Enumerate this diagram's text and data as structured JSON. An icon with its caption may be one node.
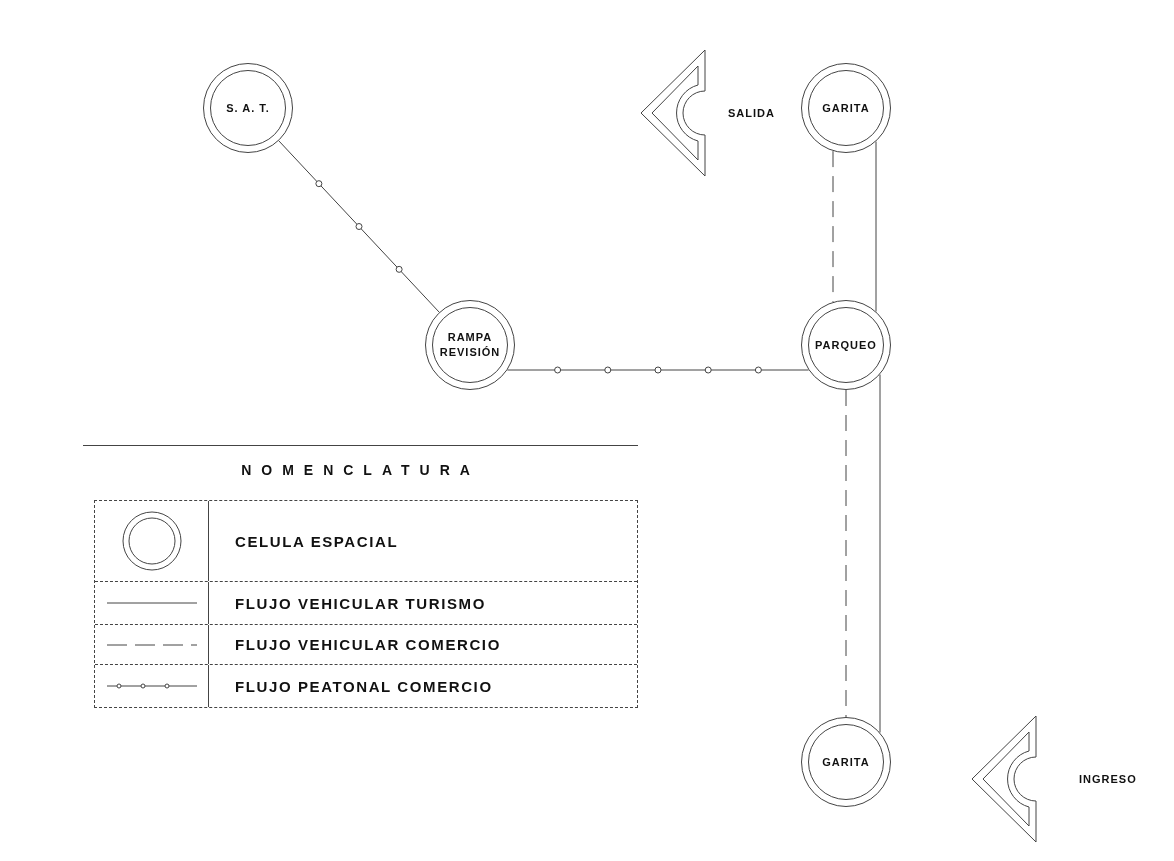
{
  "diagram": {
    "nodes": [
      {
        "text": [
          "S. A. T."
        ]
      },
      {
        "text": [
          "SALIDA"
        ]
      },
      {
        "text": [
          "GARITA"
        ]
      },
      {
        "text": [
          "RAMPA REVISIÓN"
        ]
      },
      {
        "text": [
          "PARQUEO"
        ]
      },
      {
        "text": [
          "GARITA"
        ]
      },
      {
        "text": [
          "INGRESO"
        ]
      }
    ],
    "edges": [
      {
        "from": 0,
        "to": 3,
        "arrow": "none"
      },
      {
        "from": 3,
        "to": 4,
        "arrow": "none"
      },
      {
        "from": 2,
        "to": 4,
        "arrow": "none",
        "style": "dashed"
      },
      {
        "from": 2,
        "to": 4,
        "arrow": "none"
      },
      {
        "from": 4,
        "to": 5,
        "arrow": "none",
        "style": "dashed"
      },
      {
        "from": 4,
        "to": 5,
        "arrow": "none"
      }
    ],
    "labels": [
      "NOMENCLATURA"
    ],
    "legend": [
      {
        "text": "CELULA ESPACIAL"
      },
      {
        "text": "FLUJO VEHICULAR TURISMO"
      },
      {
        "text": "FLUJO VEHICULAR COMERCIO"
      },
      {
        "text": "FLUJO PEATONAL COMERCIO"
      }
    ]
  }
}
